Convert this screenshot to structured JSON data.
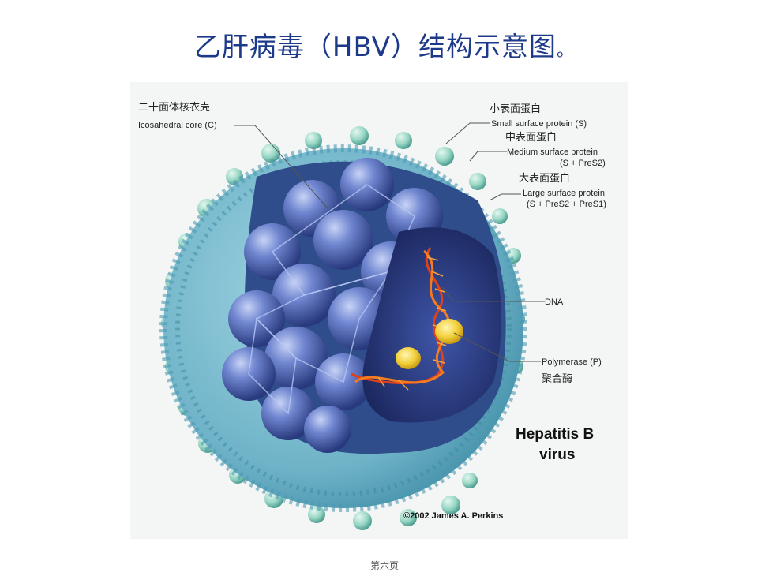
{
  "slide": {
    "title": "乙肝病毒（HBV）结构示意图",
    "title_period": "。",
    "page_number": "第六页"
  },
  "figure": {
    "labels": {
      "core_cn": "二十面体核衣壳",
      "core_en": "Icosahedral core (C)",
      "small_cn": "小表面蛋白",
      "small_en": "Small surface protein (S)",
      "medium_cn": "中表面蛋白",
      "medium_en_1": "Medium surface protein",
      "medium_en_2": "(S + PreS2)",
      "large_cn": "大表面蛋白",
      "large_en_1": "Large surface protein",
      "large_en_2": "(S + PreS2 + PreS1)",
      "dna": "DNA",
      "polymerase_en": "Polymerase (P)",
      "polymerase_cn": "聚合酶",
      "virus_name_1": "Hepatitis B",
      "virus_name_2": "virus",
      "copyright": "©2002 James A. Perkins"
    },
    "colors": {
      "envelope": "#74b8cc",
      "envelope_dark": "#3f8ea6",
      "core": "#4058a8",
      "core_light": "#8aa0dc",
      "inner_cavity": "#23326f",
      "dna_strand": "#e0401a",
      "polymerase": "#f2cf3a",
      "title": "#1d3a8a"
    }
  }
}
